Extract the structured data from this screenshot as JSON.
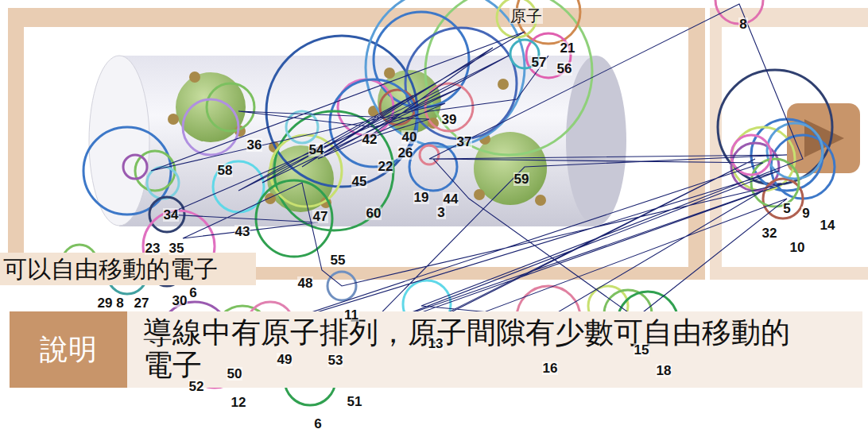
{
  "diagram": {
    "nodes": [
      {
        "text": [
          "說明"
        ]
      },
      {
        "text": [
          "導線中有原子排列，原子間隙有少數可自由移動的電子"
        ]
      },
      {
        "text": [
          "可以自由移動的電子"
        ]
      }
    ],
    "labels": [
      "原子",
      "8",
      "21",
      "57",
      "56",
      "39",
      "40",
      "42",
      "37",
      "26",
      "22",
      "36",
      "54",
      "58",
      "45",
      "59",
      "19",
      "44",
      "3",
      "60",
      "47",
      "43",
      "34",
      "23",
      "35",
      "55",
      "48",
      "11",
      "13",
      "15",
      "16",
      "18",
      "29",
      "8",
      "27",
      "30",
      "6",
      "49",
      "53",
      "50",
      "52",
      "12",
      "51",
      "6",
      "9",
      "5",
      "14",
      "32",
      "10"
    ]
  }
}
